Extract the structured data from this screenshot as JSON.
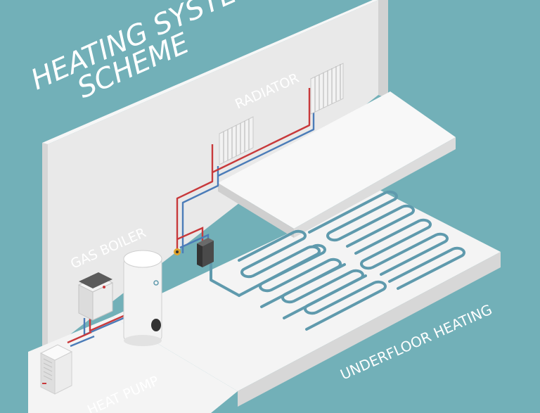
{
  "scheme": {
    "title_line1": "HEATING SYSTEM",
    "title_line2": "SCHEME"
  },
  "labels": {
    "radiator": "RADIATOR",
    "gas_boiler": "GAS BOILER",
    "underfloor_heating": "UNDERFLOOR HEATING",
    "heat_pump": "HEAT PUMP"
  },
  "colors": {
    "background": "#72b0b8",
    "wall": "#ebebeb",
    "floor": "#f6f6f6",
    "hot_pipe": "#c8393b",
    "cold_pipe": "#4b7cb8",
    "underfloor_pipe": "#5f9aad"
  }
}
